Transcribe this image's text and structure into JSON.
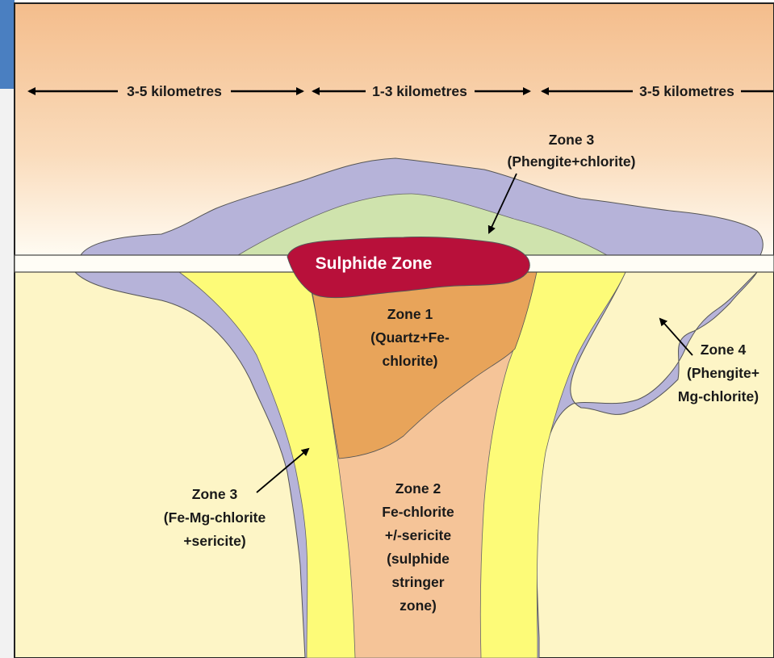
{
  "dimensions": {
    "left": "3-5 kilometres",
    "middle": "1-3 kilometres",
    "right": "3-5 kilometres"
  },
  "zones": {
    "sulphide": "Sulphide Zone",
    "zone3_top": [
      "Zone 3",
      "(Phengite+chlorite)"
    ],
    "zone1": [
      "Zone 1",
      "(Quartz+Fe-",
      "chlorite)"
    ],
    "zone4": [
      "Zone 4",
      "(Phengite+",
      "Mg-chlorite)"
    ],
    "zone3_left": [
      "Zone 3",
      "(Fe-Mg-chlorite",
      "+sericite)"
    ],
    "zone2": [
      "Zone 2",
      "Fe-chlorite",
      "+/-sericite",
      "(sulphide",
      "stringer",
      "zone)"
    ]
  },
  "colors": {
    "sky_top": "#f4bd8c",
    "sky_bottom": "#fffbf2",
    "ground": "#fdf5c6",
    "band": "#fffdf6",
    "zone4_purple": "#b6b3d9",
    "zone3_green": "#cfe3ad",
    "sulphide_red": "#b8103a",
    "zone1_orange": "#e8a45a",
    "zone2_peach": "#f5c498",
    "zone3_yellow": "#fdfb78",
    "outline": "#3a3a3a"
  }
}
